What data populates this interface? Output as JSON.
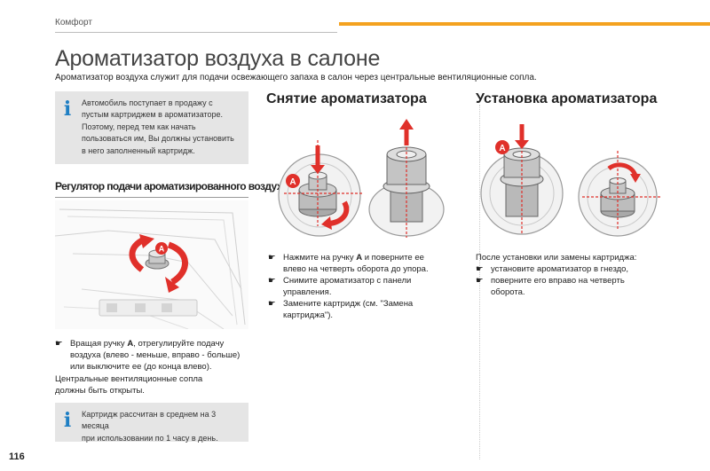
{
  "header": {
    "section": "Комфорт",
    "accent_color": "#f4a21f"
  },
  "page": {
    "title": "Ароматизатор воздуха в салоне",
    "subtitle": "Ароматизатор воздуха служит для подачи освежающего запаха в салон через центральные вентиляционные сопла.",
    "page_number": "116"
  },
  "info_top": {
    "lines": [
      "Автомобиль поступает в продажу с",
      "пустым картриджем в ароматизаторе.",
      "Поэтому, перед тем как начать",
      "пользоваться им, Вы должны установить",
      "в него заполненный картридж."
    ]
  },
  "regulator": {
    "heading": "Регулятор подачи ароматизированного воздуха",
    "marker": "A",
    "item_bullet": "☛",
    "item_lead": "Вращая ручку ",
    "item_key": "A",
    "item_lines_after": [
      ", отрегулируйте подачу",
      "воздуха (влево - меньше, вправо - больше)",
      "или выключите ее (до конца влево)."
    ],
    "note_lines": [
      "Центральные вентиляционные сопла",
      "должны быть открыты."
    ]
  },
  "removal": {
    "heading": "Снятие ароматизатора",
    "marker": "A",
    "bullet": "☛",
    "steps": [
      {
        "lead": "Нажмите на ручку ",
        "key": "A",
        "rest_lines": [
          " и поверните ее",
          "влево на четверть оборота до упора."
        ]
      },
      {
        "lines": [
          "Снимите ароматизатор с панели",
          "управления."
        ]
      },
      {
        "lines": [
          "Замените картридж (см. \"Замена",
          "картриджа\")."
        ]
      }
    ]
  },
  "install": {
    "heading": "Установка ароматизатора",
    "marker": "A",
    "intro": "После установки или замены картриджа:",
    "bullet": "☛",
    "steps": [
      {
        "lines": [
          "установите ароматизатор в гнездо,"
        ]
      },
      {
        "lines": [
          "поверните его вправо на четверть",
          "оборота."
        ]
      }
    ]
  },
  "info_bottom": {
    "lines": [
      "Картридж рассчитан в среднем на 3 месяца",
      "при использовании по 1 часу в день."
    ]
  },
  "icons": {
    "info": "info-icon",
    "arrow": "red-arrow-icon"
  },
  "colors": {
    "info_icon": "#1f7fc4",
    "arrow_red": "#e0302a",
    "box_grey": "#e5e5e5"
  }
}
